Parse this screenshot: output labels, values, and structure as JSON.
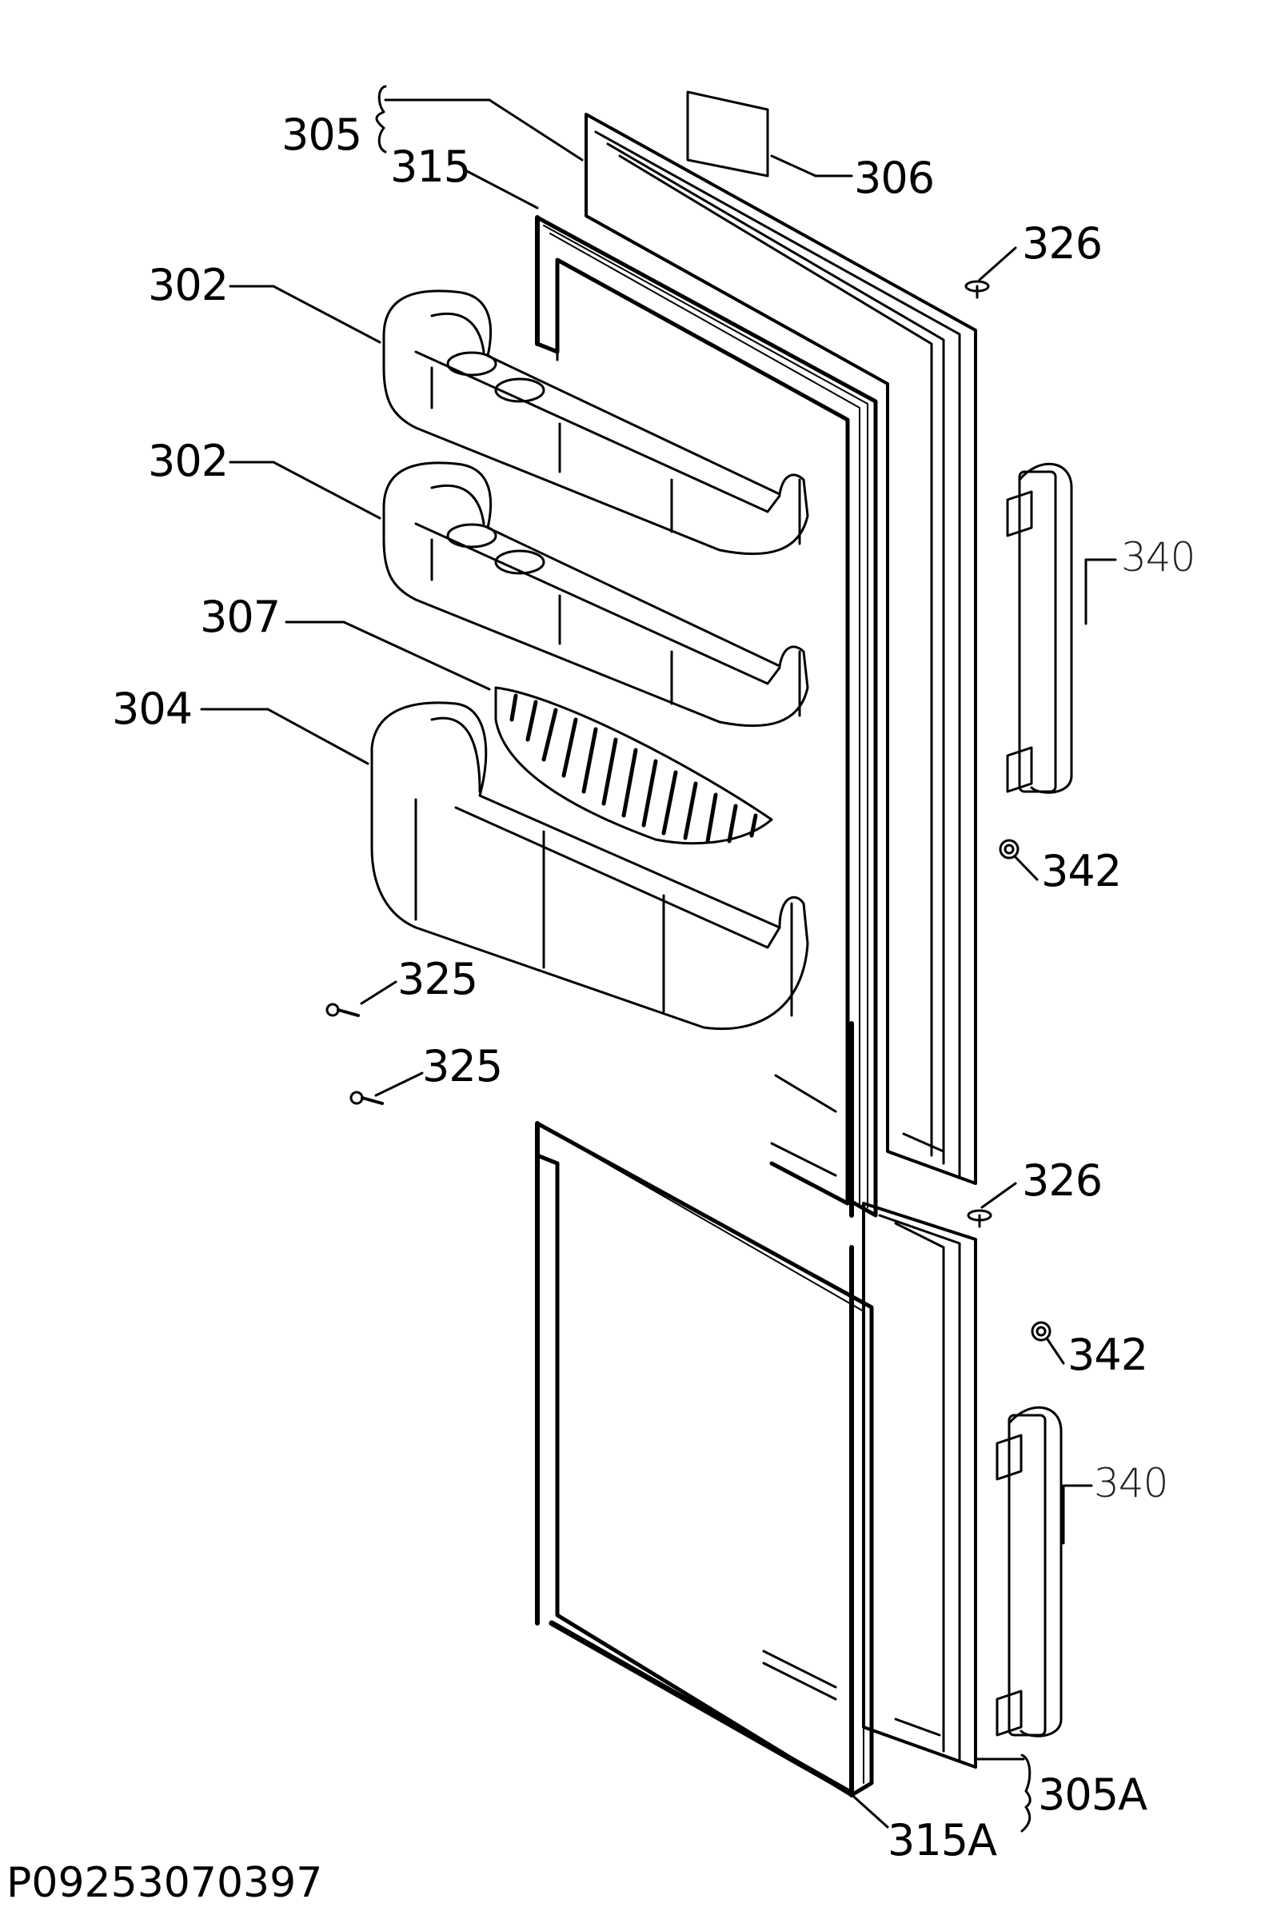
{
  "diagram": {
    "callouts": {
      "c305": "305",
      "c315": "315",
      "c306": "306",
      "c326_top": "326",
      "c302_upper": "302",
      "c302_middle": "302",
      "c307": "307",
      "c340_upper": "340",
      "c304": "304",
      "c342_upper": "342",
      "c325_upper": "325",
      "c325_lower": "325",
      "c326_bottom": "326",
      "c342_lower": "342",
      "c340_lower": "340",
      "c305A": "305A",
      "c315A": "315A"
    },
    "drawing_id": "P09253070397"
  }
}
